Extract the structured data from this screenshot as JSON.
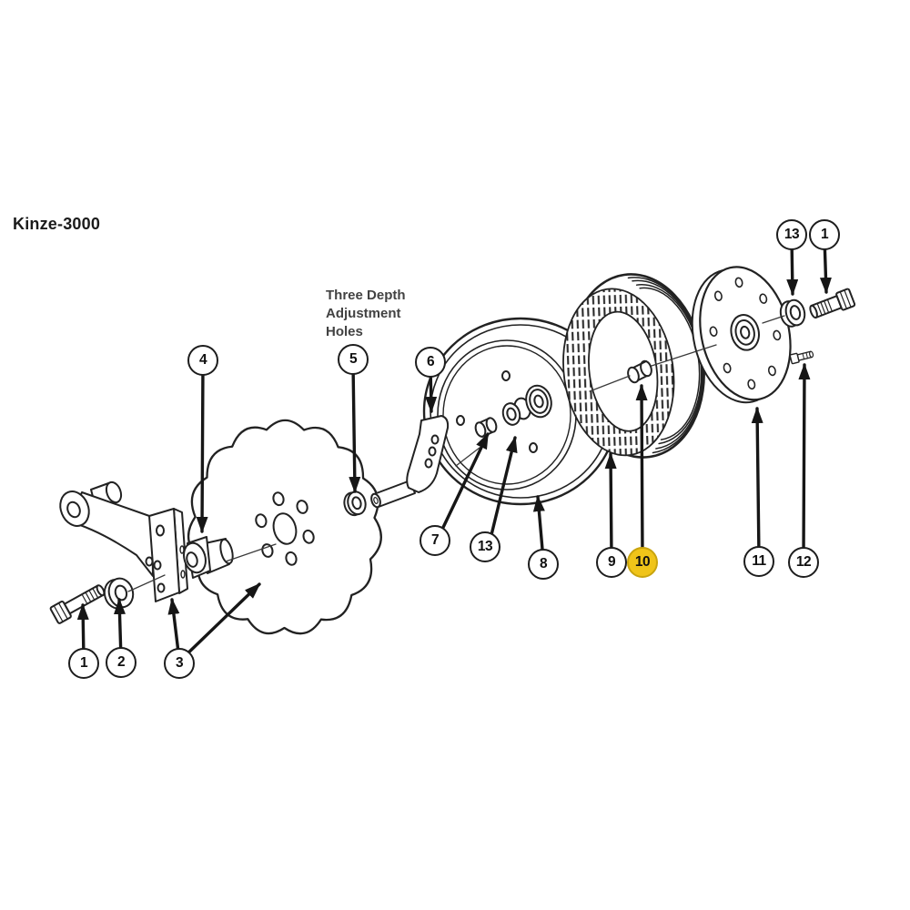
{
  "title": "Kinze-3000",
  "annotation": {
    "lines": [
      "Three Depth",
      "Adjustment",
      "Holes"
    ]
  },
  "highlighted_callout": "10",
  "colors": {
    "background": "#FFFFFF",
    "ink": "#222222",
    "arrow": "#161616",
    "callout_fill": "#FFFFFF",
    "callout_border": "#1D1D1D",
    "highlight_fill": "#F0C419",
    "highlight_border": "#C9A40E",
    "annotation_text": "#424242"
  },
  "callouts": [
    {
      "number": "1",
      "part": "shank-mount-bolt",
      "highlighted": false
    },
    {
      "number": "2",
      "part": "shank-mount-washer",
      "highlighted": false
    },
    {
      "number": "3",
      "part": "shank-bracket-disc",
      "highlighted": false
    },
    {
      "number": "4",
      "part": "hub-spindle",
      "highlighted": false
    },
    {
      "number": "5",
      "part": "disc-washer",
      "highlighted": false
    },
    {
      "number": "6",
      "part": "depth-adjustment-arm",
      "highlighted": false
    },
    {
      "number": "7",
      "part": "wheel-bushing",
      "highlighted": false
    },
    {
      "number": "13",
      "part": "wheel-bearing",
      "highlighted": false
    },
    {
      "number": "8",
      "part": "wheel-rim-half",
      "highlighted": false
    },
    {
      "number": "9",
      "part": "gauge-wheel-tire",
      "highlighted": false
    },
    {
      "number": "10",
      "part": "tire-bushing",
      "highlighted": true
    },
    {
      "number": "11",
      "part": "wheel-cover-plate",
      "highlighted": false
    },
    {
      "number": "12",
      "part": "cover-plate-bolt",
      "highlighted": false
    },
    {
      "number": "13",
      "part": "hub-washer",
      "highlighted": false
    },
    {
      "number": "1",
      "part": "hub-bolt",
      "highlighted": false
    }
  ]
}
